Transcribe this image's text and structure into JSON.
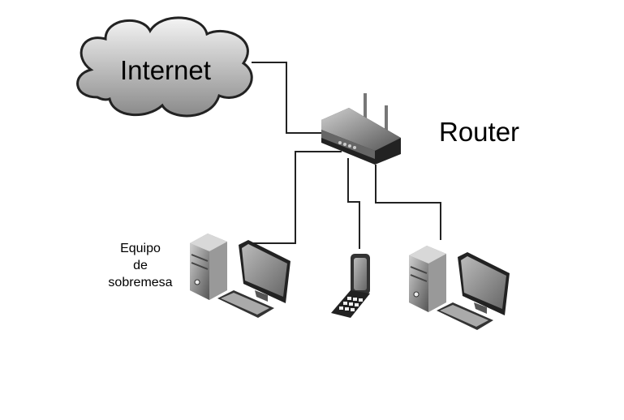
{
  "nodes": {
    "internet": {
      "label": "Internet",
      "icon": "cloud-icon"
    },
    "router": {
      "label": "Router",
      "icon": "router-icon"
    },
    "desktop_left": {
      "label_lines": [
        "Equipo",
        "de",
        "sobremesa"
      ],
      "icon": "desktop-computer-icon"
    },
    "phone": {
      "icon": "flip-phone-icon"
    },
    "desktop_right": {
      "icon": "desktop-computer-icon"
    }
  },
  "connections": [
    [
      "internet",
      "router"
    ],
    [
      "router",
      "desktop_left"
    ],
    [
      "router",
      "phone"
    ],
    [
      "router",
      "desktop_right"
    ]
  ]
}
